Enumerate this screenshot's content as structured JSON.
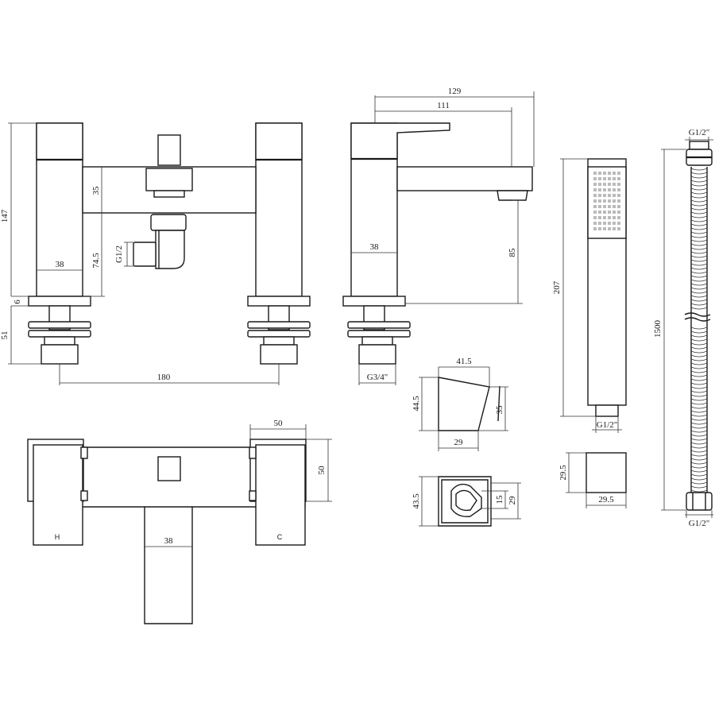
{
  "dimensions": {
    "bath_filler_front": {
      "height": "147",
      "body_height": "35",
      "outlet_drop": "74.5",
      "handle_width": "38",
      "deck_plate": "6",
      "tail_length": "51",
      "centres": "180",
      "diverter_thread": "G1/2"
    },
    "spout_side": {
      "total_reach": "129",
      "handle_reach": "111",
      "body_width": "38",
      "spout_height": "85",
      "inlet_thread": "G3/4\""
    },
    "bracket_side": {
      "width": "41.5",
      "height_left": "44.5",
      "height_right": "35",
      "base_width": "29"
    },
    "bracket_front": {
      "height_left": "43.5",
      "clip_width": "15",
      "height_right": "29"
    },
    "handset": {
      "length": "207",
      "thread": "G1/2\""
    },
    "wall_block": {
      "height": "29.5",
      "width": "29.5"
    },
    "hose": {
      "length": "1500",
      "thread_top": "G1/2\"",
      "thread_bottom": "G1/2\""
    },
    "plan": {
      "handle_reach": "50",
      "handle_depth": "50",
      "spout_width": "38",
      "hot_label": "H",
      "cold_label": "C"
    }
  }
}
